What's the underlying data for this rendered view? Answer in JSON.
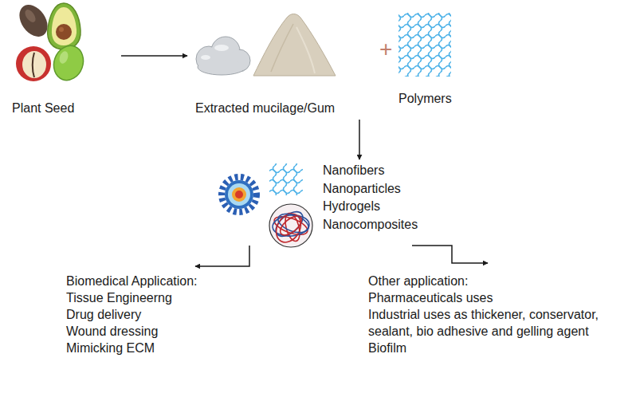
{
  "diagram": {
    "nodes": [
      {
        "text": [
          "Plant Seed"
        ]
      },
      {
        "text": [
          "Extracted mucilage/Gum"
        ]
      },
      {
        "text": [
          "Polymers"
        ]
      },
      {
        "text": [
          "Nanofibers",
          "Nanoparticles",
          "Hydrogels",
          "Nanocomposites"
        ]
      },
      {
        "text": [
          "Biomedical Application:",
          "Tissue Engineerng",
          "Drug delivery",
          "Wound dressing",
          "Mimicking ECM"
        ]
      },
      {
        "text": [
          "Other application:",
          "Pharmaceuticals uses",
          "Industrial uses as thickener, conservator, sealant, bio adhesive and gelling agent",
          "Biofilm"
        ]
      }
    ],
    "edges": [
      {
        "from": 0,
        "to": 1,
        "arrow": "to"
      },
      {
        "from": 1,
        "to": 3,
        "arrow": "to"
      },
      {
        "from": 3,
        "to": 4,
        "arrow": "to"
      },
      {
        "from": 3,
        "to": 5,
        "arrow": "to"
      }
    ],
    "labels": [
      "+"
    ]
  }
}
